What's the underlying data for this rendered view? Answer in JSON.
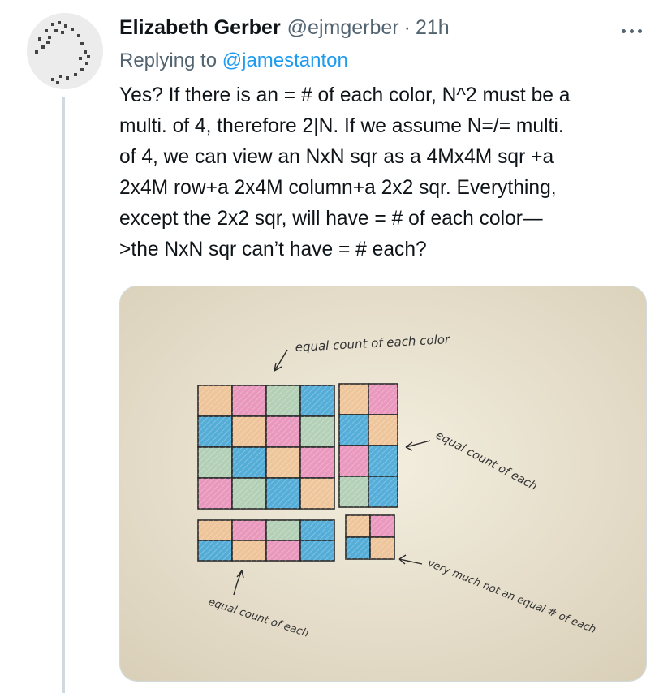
{
  "author": {
    "name": "Elizabeth Gerber",
    "handle": "@ejmgerber",
    "separator": "·",
    "time": "21h"
  },
  "reply": {
    "prefix": "Replying to ",
    "mention": "@jamestanton"
  },
  "body": {
    "lines": [
      "Yes? If there is an = # of each color, N^2 must be a",
      "multi. of 4, therefore 2|N. If we assume N=/= multi.",
      "of 4, we can view an NxN sqr as a 4Mx4M sqr +a",
      "2x4M row+a 2x4M column+a 2x2 sqr. Everything,",
      "except the 2x2 sqr, will have = # of each color—",
      ">the NxN sqr can’t have = # each?"
    ]
  },
  "image": {
    "annotations": {
      "top": "equal count of each color",
      "right": "equal count of each",
      "bottom_left": "equal count of each",
      "bottom_right": "very much not an equal # of each"
    },
    "colors": {
      "orange": "#eec090",
      "pink": "#e98ab8",
      "green": "#a9cdb2",
      "blue": "#3aa3d8",
      "paper": "#ede6d4",
      "ink": "#2a2a2a"
    },
    "big_grid": [
      [
        "orange",
        "pink",
        "green",
        "blue"
      ],
      [
        "blue",
        "orange",
        "pink",
        "green"
      ],
      [
        "green",
        "blue",
        "orange",
        "pink"
      ],
      [
        "pink",
        "green",
        "blue",
        "orange"
      ]
    ],
    "column_grid": [
      [
        "orange",
        "pink"
      ],
      [
        "blue",
        "orange"
      ],
      [
        "pink",
        "blue"
      ],
      [
        "green",
        "blue"
      ]
    ],
    "row_grid": [
      [
        "orange",
        "pink",
        "green",
        "blue"
      ],
      [
        "blue",
        "orange",
        "pink",
        "blue"
      ]
    ],
    "small_grid": [
      [
        "orange",
        "pink"
      ],
      [
        "blue",
        "orange"
      ]
    ]
  },
  "icons": {
    "more": "more-horizontal-icon",
    "avatar": "pixel-avatar-icon"
  }
}
